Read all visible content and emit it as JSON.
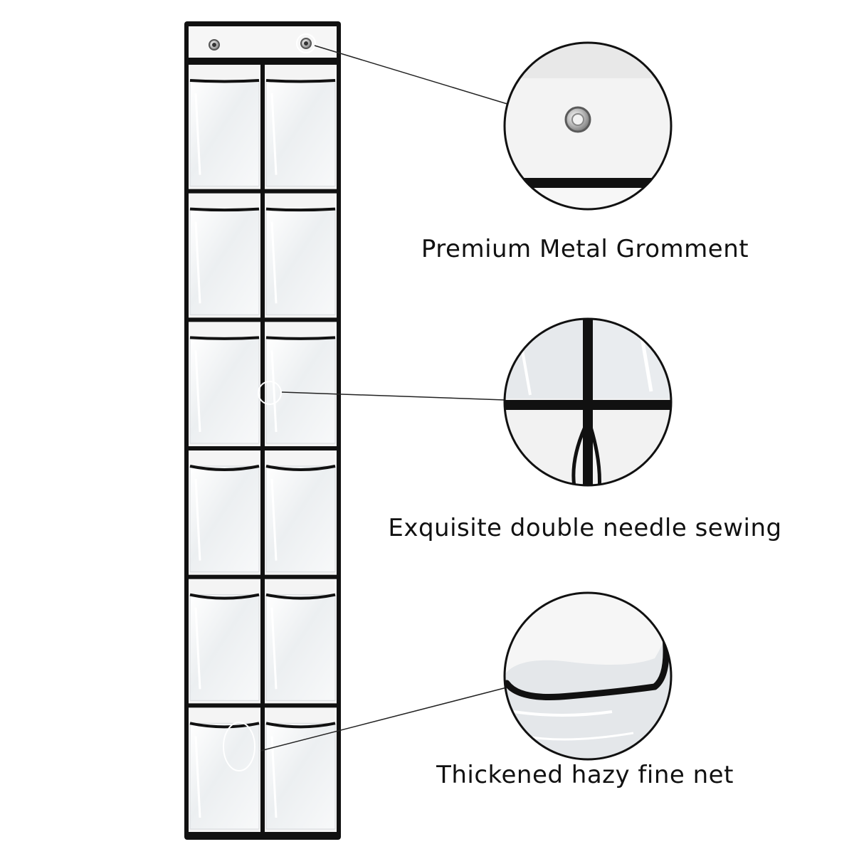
{
  "product": {
    "rows": 6,
    "columns": 2,
    "grommet_count": 2,
    "frame_color": "#111111",
    "fabric_color": "#f4f4f4",
    "pocket_color": "#eef0f2"
  },
  "features": [
    {
      "caption": "Premium Metal Gromment",
      "detail": "metal grommet close-up"
    },
    {
      "caption": "Exquisite double needle sewing",
      "detail": "stitched seam cross close-up"
    },
    {
      "caption": "Thickened hazy fine net",
      "detail": "clear pocket rim close-up"
    }
  ]
}
